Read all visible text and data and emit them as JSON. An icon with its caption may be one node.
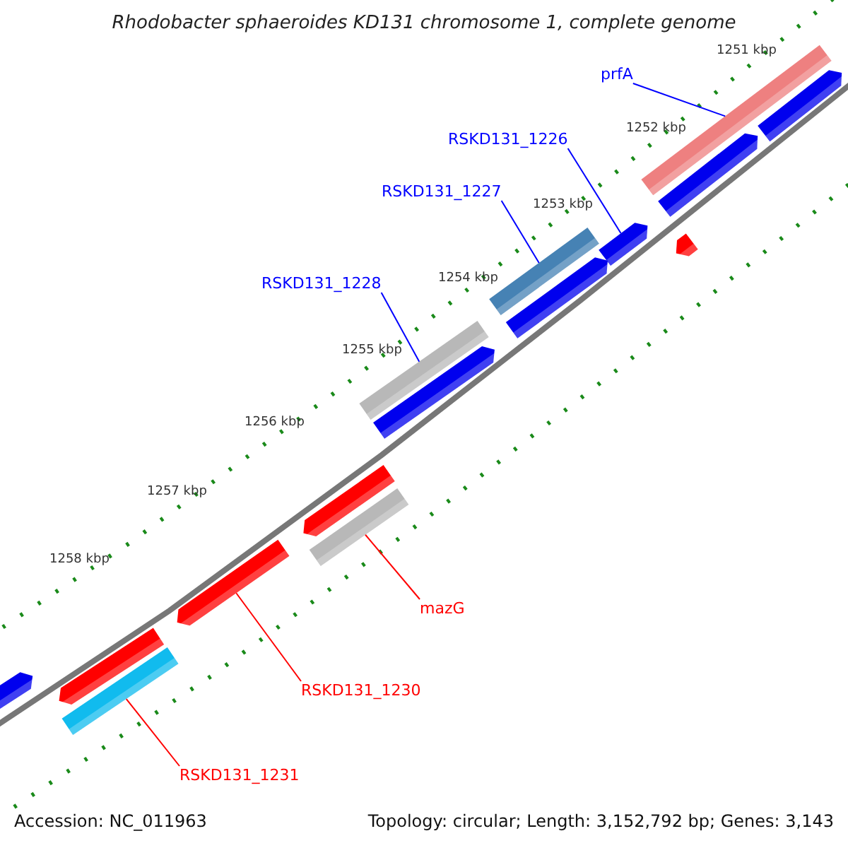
{
  "diagram": {
    "title": "Rhodobacter sphaeroides KD131 chromosome 1, complete genome",
    "nodes": [
      {
        "text": [
          "prfA"
        ]
      },
      {
        "text": [],
        "shape": "bar"
      },
      {
        "text": [
          "RSKD131_1226"
        ]
      },
      {
        "text": [],
        "shape": "arrow"
      },
      {
        "text": [
          "RSKD131_1227"
        ]
      },
      {
        "text": [],
        "shape": "bar"
      },
      {
        "text": [
          "RSKD131_1228"
        ]
      },
      {
        "text": [],
        "shape": "bar"
      },
      {
        "text": [
          "mazG"
        ]
      },
      {
        "text": [],
        "shape": "bar"
      },
      {
        "text": [
          "RSKD131_1230"
        ]
      },
      {
        "text": [],
        "shape": "arrow"
      },
      {
        "text": [
          "RSKD131_1231"
        ]
      },
      {
        "text": [],
        "shape": "bar"
      },
      {
        "text": [],
        "shape": "arrow"
      },
      {
        "text": [],
        "shape": "arrow"
      },
      {
        "text": [],
        "shape": "arrow"
      },
      {
        "text": [],
        "shape": "arrow"
      },
      {
        "text": [],
        "shape": "arrow"
      },
      {
        "text": [],
        "shape": "arrow"
      },
      {
        "text": [],
        "shape": "arrow"
      },
      {
        "text": [],
        "shape": "arrow"
      }
    ],
    "edges": [
      {
        "from": 0,
        "to": 1,
        "arrow": "none",
        "color": "#0000ff"
      },
      {
        "from": 2,
        "to": 3,
        "arrow": "none",
        "color": "#0000ff"
      },
      {
        "from": 4,
        "to": 5,
        "arrow": "none",
        "color": "#0000ff"
      },
      {
        "from": 6,
        "to": 7,
        "arrow": "none",
        "color": "#0000ff"
      },
      {
        "from": 8,
        "to": 9,
        "arrow": "none",
        "color": "#ff0000"
      },
      {
        "from": 10,
        "to": 11,
        "arrow": "none",
        "color": "#ff0000"
      },
      {
        "from": 12,
        "to": 13,
        "arrow": "none",
        "color": "#ff0000"
      }
    ],
    "labels": [
      "1251 kbp",
      "1252 kbp",
      "1253 kbp",
      "1254 kbp",
      "1255 kbp",
      "1256 kbp",
      "1257 kbp",
      "1258 kbp",
      "Accession: NC_011963",
      "Topology: circular; Length: 3,152,792 bp; Genes: 3,143"
    ]
  }
}
